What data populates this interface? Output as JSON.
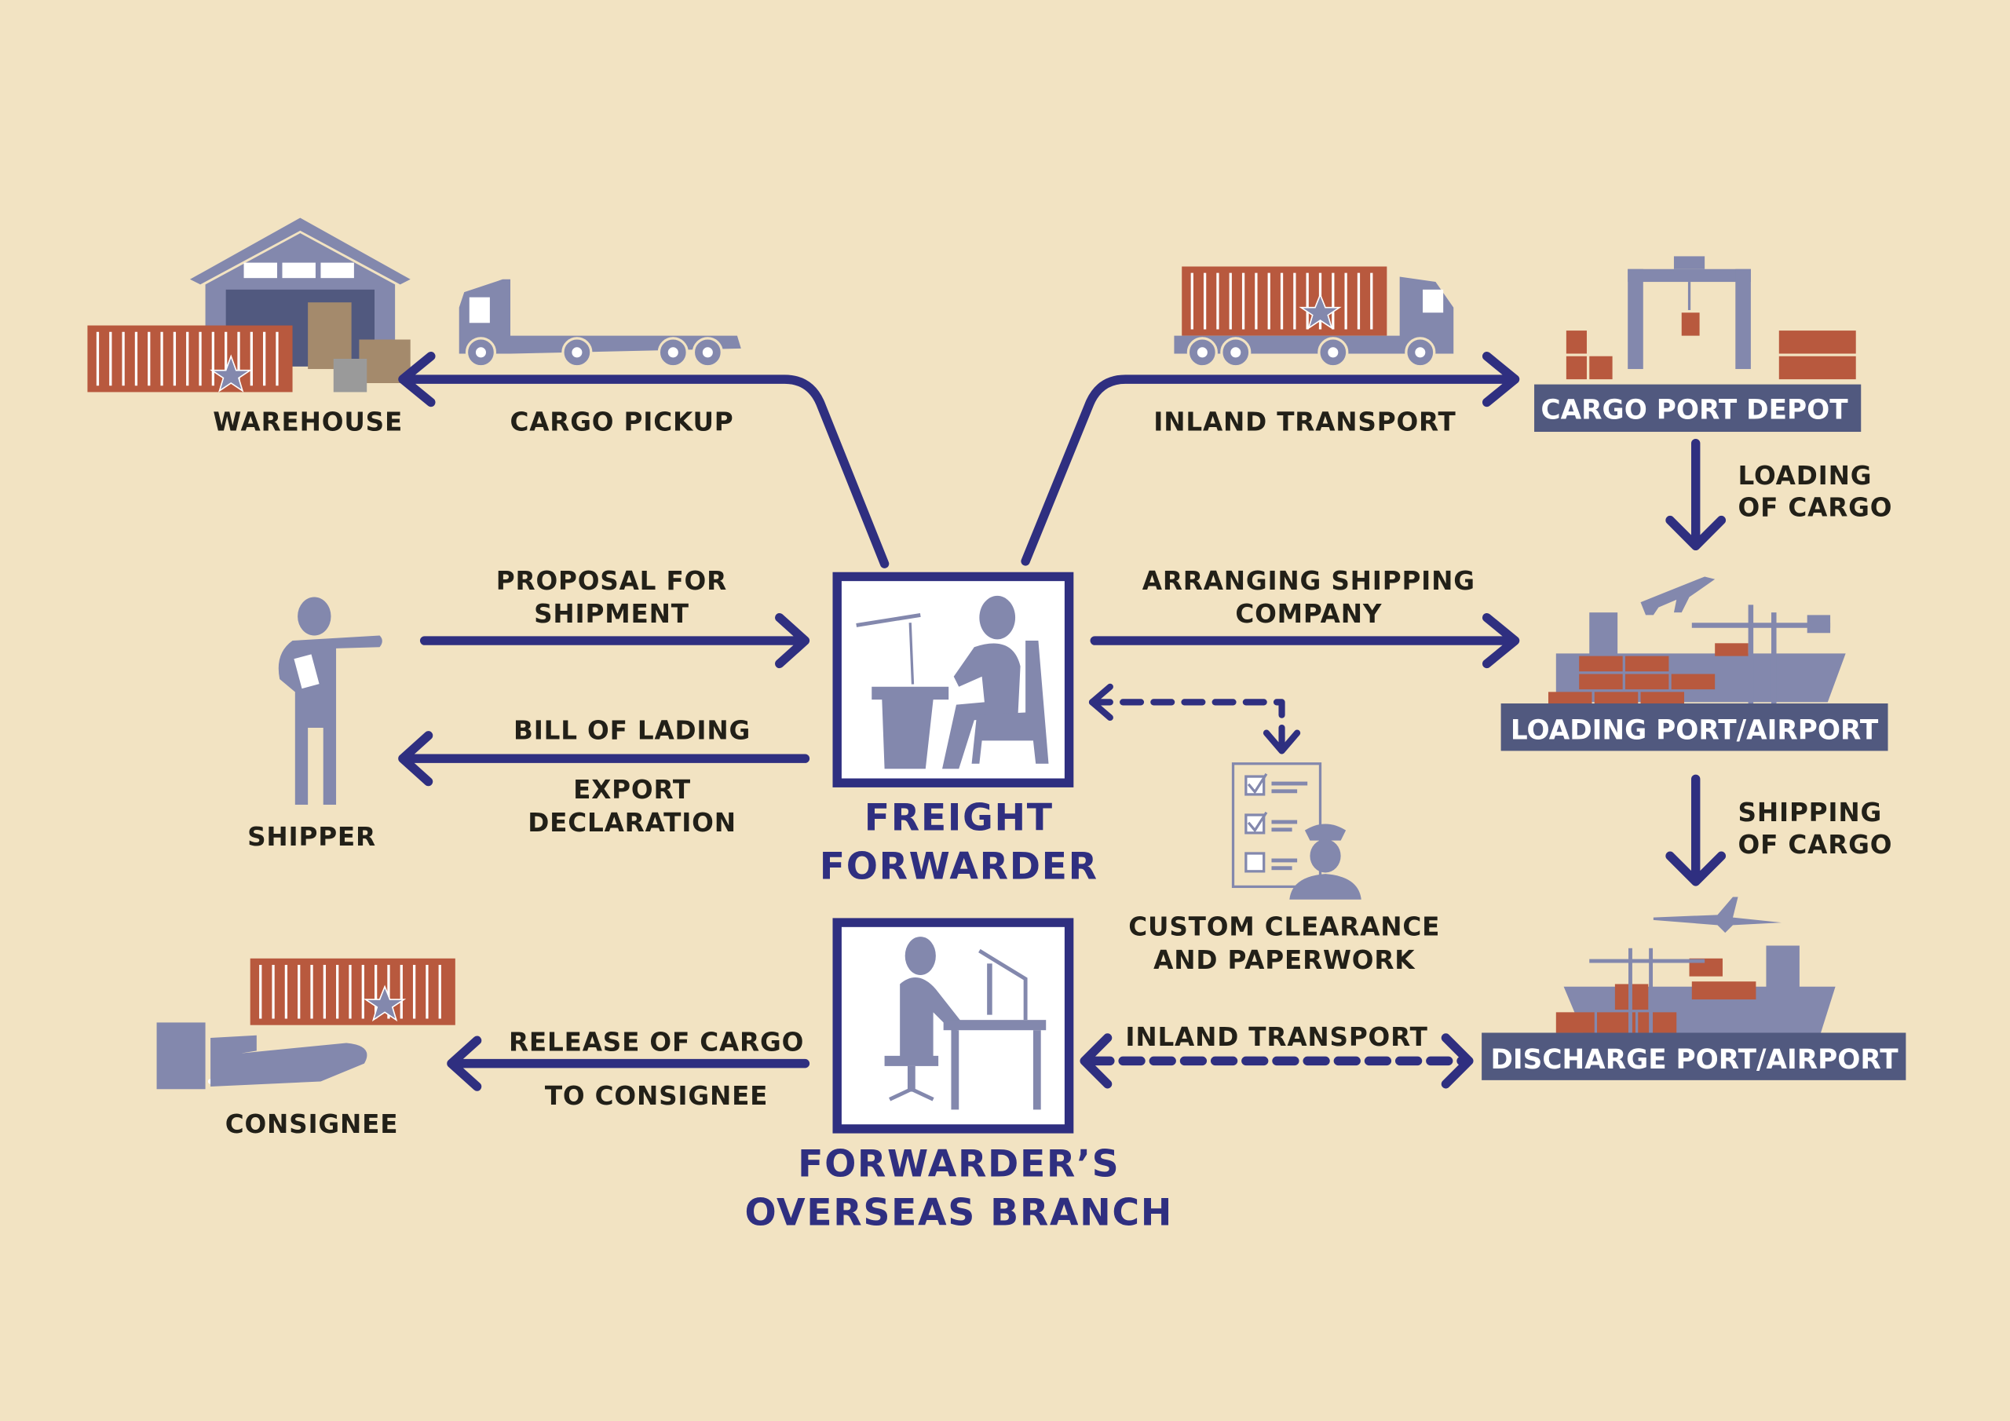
{
  "diagram": {
    "title": "Freight Forwarding Process",
    "colors": {
      "background": "#f2e3c2",
      "arrow": "#2f2f80",
      "icon": "#8388ad",
      "container": "#b8593e",
      "label_box": "#51597f",
      "text": "#222018"
    },
    "nodes": {
      "warehouse": {
        "label": "WAREHOUSE",
        "icon": "warehouse-icon"
      },
      "shipper": {
        "label": "SHIPPER",
        "icon": "person-icon"
      },
      "consignee": {
        "label": "CONSIGNEE",
        "icon": "hand-container-icon"
      },
      "freight_forwarder": {
        "line1": "FREIGHT",
        "line2": "FORWARDER",
        "icon": "office-worker-icon"
      },
      "overseas_branch": {
        "line1": "FORWARDER’S",
        "line2": "OVERSEAS BRANCH",
        "icon": "desk-worker-icon"
      },
      "cargo_port_depot": {
        "label": "CARGO PORT DEPOT",
        "icon": "gantry-crane-icon"
      },
      "loading_port": {
        "label": "LOADING PORT/AIRPORT",
        "icon": "ship-plane-icon"
      },
      "discharge_port": {
        "label": "DISCHARGE PORT/AIRPORT",
        "icon": "ship-plane-icon"
      },
      "customs": {
        "line1": "CUSTOM CLEARANCE",
        "line2": "AND PAPERWORK",
        "icon": "customs-officer-icon"
      }
    },
    "edges": {
      "cargo_pickup": {
        "label": "CARGO PICKUP",
        "style": "solid",
        "icon": "flatbed-truck-icon"
      },
      "inland_transport_top": {
        "label": "INLAND TRANSPORT",
        "style": "solid",
        "icon": "container-truck-icon"
      },
      "proposal": {
        "line1": "PROPOSAL FOR",
        "line2": "SHIPMENT",
        "style": "solid"
      },
      "bill_of_lading": {
        "label": "BILL OF LADING",
        "style": "solid"
      },
      "export_declaration": {
        "line1": "EXPORT",
        "line2": "DECLARATION"
      },
      "arranging": {
        "line1": "ARRANGING SHIPPING",
        "line2": "COMPANY",
        "style": "solid"
      },
      "loading": {
        "line1": "LOADING",
        "line2": "OF CARGO",
        "style": "solid"
      },
      "shipping": {
        "line1": "SHIPPING",
        "line2": "OF CARGO",
        "style": "solid"
      },
      "customs_link": {
        "style": "dashed"
      },
      "inland_transport_bottom": {
        "label": "INLAND TRANSPORT",
        "style": "dashed, bidirectional"
      },
      "release": {
        "line1": "RELEASE OF CARGO",
        "line2": "TO CONSIGNEE",
        "style": "solid"
      }
    }
  }
}
